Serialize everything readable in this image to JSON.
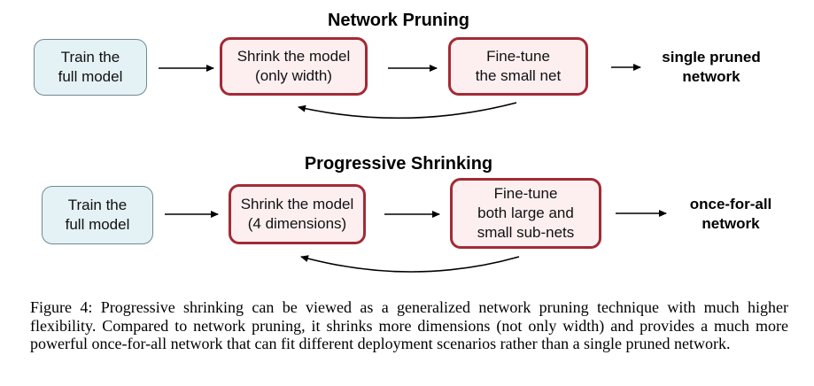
{
  "diagram1": {
    "title": "Network Pruning",
    "train": "Train the\nfull model",
    "shrink": "Shrink the model\n(only width)",
    "finetune": "Fine-tune\nthe small net",
    "result": "single pruned\nnetwork"
  },
  "diagram2": {
    "title": "Progressive Shrinking",
    "train": "Train the\nfull model",
    "shrink": "Shrink the model\n(4 dimensions)",
    "finetune": "Fine-tune\nboth large and\nsmall sub-nets",
    "result": "once-for-all\nnetwork"
  },
  "caption": "Figure 4: Progressive shrinking can be viewed as a generalized network pruning technique with much higher flexibility. Compared to network pruning, it shrinks more dimensions (not only width) and provides a much more powerful once-for-all network that can fit different deployment scenarios rather than a single pruned network.",
  "colors": {
    "train_fill": "#e4f1f5",
    "step_fill": "#fdeff0",
    "step_border": "#a32a36"
  }
}
